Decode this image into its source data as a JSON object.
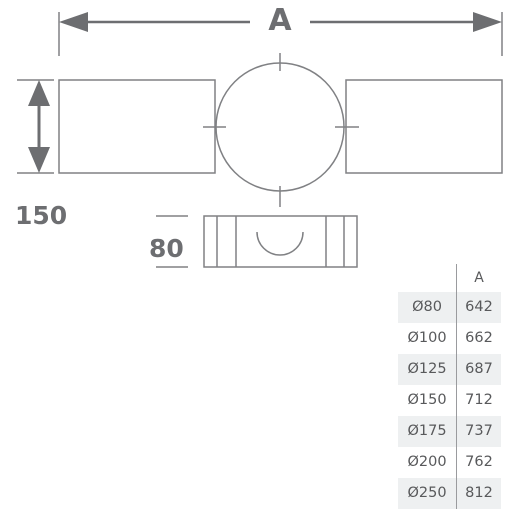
{
  "drawing": {
    "dimension_a_label": "A",
    "dimension_height_label": "150",
    "dimension_depth_label": "80",
    "line_color": "#808184",
    "arrow_color": "#6d6e71"
  },
  "table": {
    "header_diameter": "",
    "header_a": "A",
    "rows": [
      {
        "diameter": "Ø80",
        "a": "642"
      },
      {
        "diameter": "Ø100",
        "a": "662"
      },
      {
        "diameter": "Ø125",
        "a": "687"
      },
      {
        "diameter": "Ø150",
        "a": "712"
      },
      {
        "diameter": "Ø175",
        "a": "737"
      },
      {
        "diameter": "Ø200",
        "a": "762"
      },
      {
        "diameter": "Ø250",
        "a": "812"
      }
    ]
  }
}
